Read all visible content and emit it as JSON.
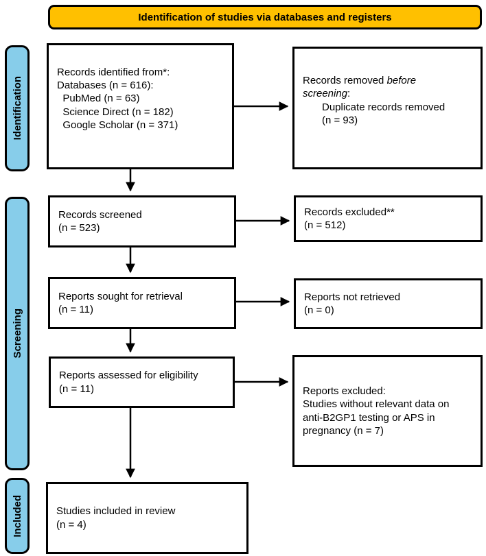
{
  "theme": {
    "banner-bg": "#FFC000",
    "stage-bg": "#87CDEA",
    "line": "#000000"
  },
  "banner": {
    "title": "Identification of studies via databases and registers"
  },
  "stages": {
    "identification": "Identification",
    "screening": "Screening",
    "included": "Included"
  },
  "boxes": {
    "identified": {
      "text": "Records identified from*:\nDatabases (n = 616):\n  PubMed (n = 63)\n  Science Direct (n = 182)\n  Google Scholar (n = 371)"
    },
    "removed": {
      "prefix": "Records removed ",
      "italic_line1": "before",
      "italic_line2": "screening",
      "suffix": ":",
      "detail": "Duplicate records removed\n(n = 93)"
    },
    "screened": {
      "text": "Records screened\n(n = 523)"
    },
    "excluded": {
      "text": "Records excluded**\n(n = 512)"
    },
    "sought": {
      "text": "Reports sought for retrieval\n(n = 11)"
    },
    "not_retrieved": {
      "text": "Reports not retrieved\n(n = 0)"
    },
    "assessed": {
      "text": "Reports assessed for eligibility\n(n = 11)"
    },
    "reports_excluded": {
      "text": "Reports excluded:\nStudies without relevant data on\nanti-B2GP1 testing or APS in\npregnancy (n = 7)"
    },
    "included": {
      "text": "Studies included in review\n(n = 4)"
    }
  }
}
